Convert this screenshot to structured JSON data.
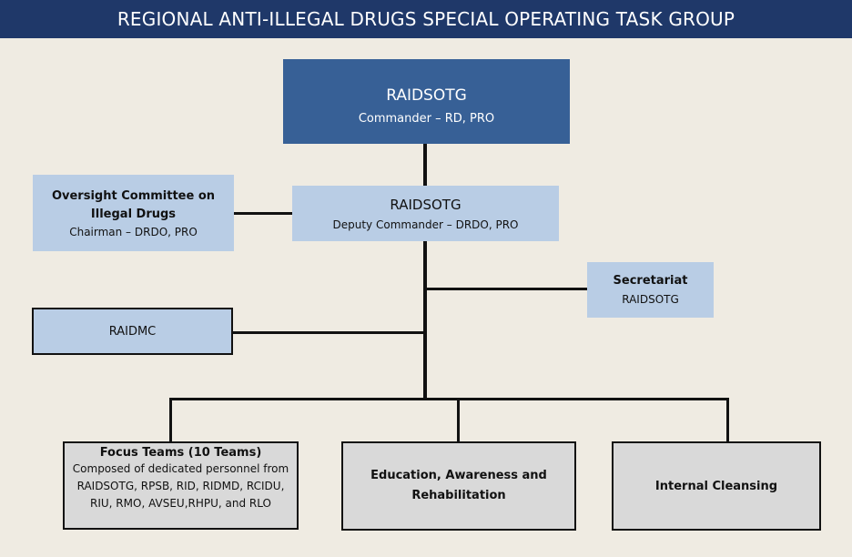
{
  "header": {
    "title": "REGIONAL ANTI-ILLEGAL DRUGS SPECIAL OPERATING TASK GROUP"
  },
  "nodes": {
    "commander": {
      "title": "RAIDSOTG",
      "subtitle": "Commander – RD, PRO"
    },
    "deputy": {
      "title": "RAIDSOTG",
      "subtitle": "Deputy Commander – DRDO, PRO"
    },
    "oversight": {
      "title": "Oversight Committee on Illegal Drugs",
      "subtitle": "Chairman – DRDO, PRO"
    },
    "secretariat": {
      "title": "Secretariat",
      "subtitle": "RAIDSOTG"
    },
    "raidmc": {
      "title": "RAIDMC"
    },
    "focus_teams": {
      "title": "Focus Teams (10 Teams)",
      "subtitle": "Composed of dedicated personnel from RAIDSOTG, RPSB, RID, RIDMD, RCIDU, RIU, RMO, AVSEU,RHPU, and RLO"
    },
    "education": {
      "title": "Education, Awareness and Rehabilitation"
    },
    "internal_cleansing": {
      "title": "Internal Cleansing"
    }
  },
  "colors": {
    "header_bg": "#1f3869",
    "commander_bg": "#376096",
    "light_box_bg": "#b9cde5",
    "grey_box_bg": "#d9d9d9",
    "background": "#efebe2"
  }
}
